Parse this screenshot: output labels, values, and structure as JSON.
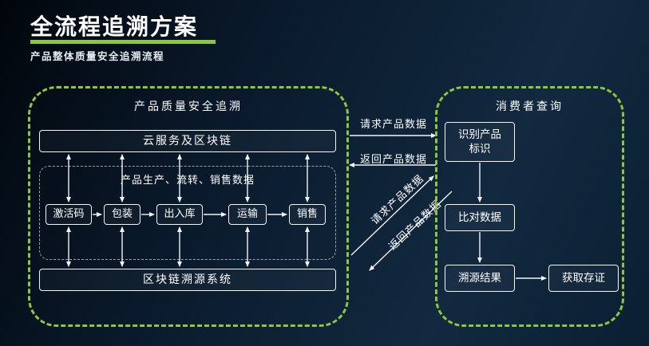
{
  "header": {
    "title": "全流程追溯方案",
    "subtitle": "产品整体质量安全追溯流程"
  },
  "left_panel": {
    "title": "产品质量安全追溯",
    "cloud_box": "云服务及区块链",
    "data_group_title": "产品生产、流转、销售数据",
    "process_steps": [
      "激活码",
      "包装",
      "出入库",
      "运输",
      "销售"
    ],
    "blockchain_box": "区块链溯源系统"
  },
  "connectors": {
    "request_top": "请求产品数据",
    "return_top": "返回产品数据",
    "request_diagonal": "请求产品数据",
    "return_diagonal": "返回产品数据"
  },
  "right_panel": {
    "title": "消费者查询",
    "identify_box": "识别产品标识",
    "compare_box": "比对数据",
    "result_box": "溯源结果",
    "evidence_box": "获取存证"
  },
  "colors": {
    "accent_green": "#8dc63f",
    "background_dark": "#0a1a2c",
    "line_white": "#f0f4f8"
  }
}
